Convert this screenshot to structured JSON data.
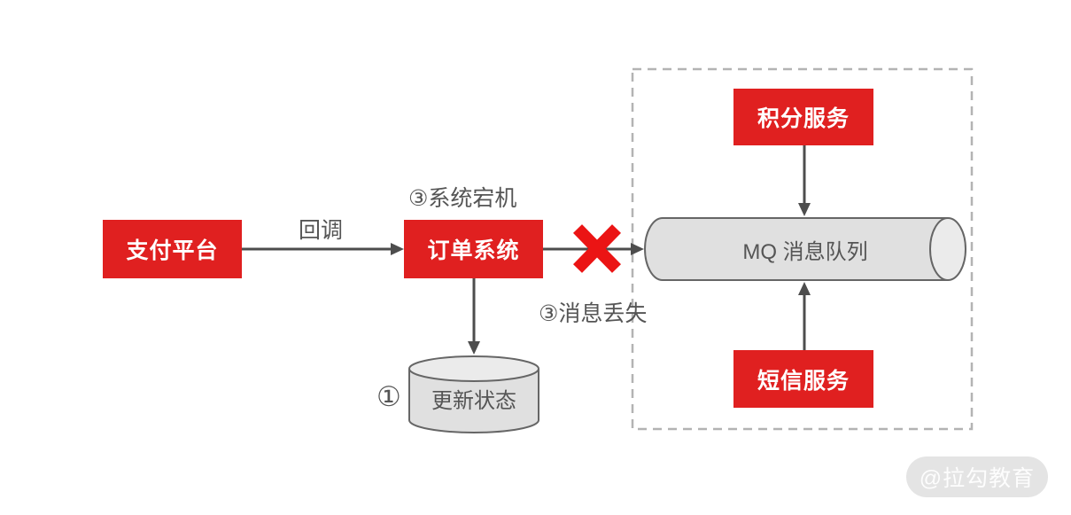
{
  "colors": {
    "box_red": "#E02020",
    "cross_red": "#EB1414",
    "arrow_gray": "#4D4D4D",
    "text_gray": "#555555",
    "cylinder_fill": "#E0E0E0",
    "cylinder_cap_fill": "#EBEBEB",
    "cylinder_stroke": "#666666",
    "dashed_border": "#B3B3B3",
    "watermark_bg": "#E4E4E4",
    "watermark_text": "#FDFDFD"
  },
  "nodes": {
    "payment": {
      "label": "支付平台"
    },
    "order": {
      "label": "订单系统"
    },
    "points": {
      "label": "积分服务"
    },
    "sms": {
      "label": "短信服务"
    },
    "mq": {
      "label": "MQ 消息队列"
    },
    "db": {
      "label": "更新状态"
    }
  },
  "annotations": {
    "callback": "回调",
    "system_down": "③系统宕机",
    "message_loss": "③消息丢失",
    "step_one": "①"
  },
  "watermark": {
    "label": "@拉勾教育"
  }
}
